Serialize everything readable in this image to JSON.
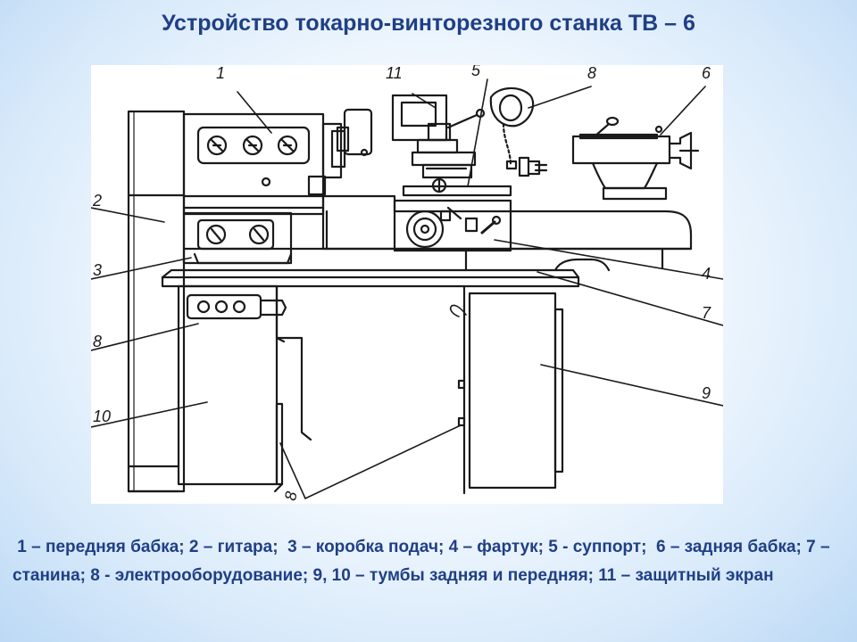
{
  "title": "Устройство токарно-винторезного станка ТВ – 6",
  "caption": " 1 – передняя бабка; 2 – гитара;  3 – коробка подач; 4 – фартук; 5 - суппорт;  6 – задняя бабка; 7 – станина; 8 - электрооборудование; 9, 10 – тумбы задняя и передняя; 11 – защитный экран",
  "callouts": {
    "c1": "1",
    "c11": "11",
    "c5": "5",
    "c8_top": "8",
    "c6": "6",
    "c2": "2",
    "c3": "3",
    "c4": "4",
    "c7": "7",
    "c8_left": "8",
    "c9": "9",
    "c10": "10",
    "c8_bottom": "8"
  },
  "colors": {
    "title": "#1f3f86",
    "caption": "#1f3f86",
    "ink": "#1a1a1a"
  }
}
